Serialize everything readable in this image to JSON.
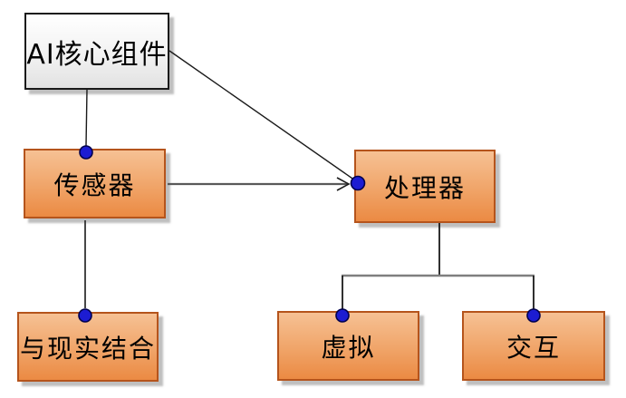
{
  "diagram": {
    "title": "AI core components diagram",
    "nodes": [
      {
        "id": "ai-core",
        "label": "AI核心组件",
        "shape_style": "plain-gradient-box"
      },
      {
        "id": "sensor",
        "label": "传感器",
        "shape_style": "orange-gradient-box"
      },
      {
        "id": "processor",
        "label": "处理器",
        "shape_style": "orange-gradient-box"
      },
      {
        "id": "reality",
        "label": "与现实结合",
        "shape_style": "orange-gradient-box"
      },
      {
        "id": "virtual",
        "label": "虚拟",
        "shape_style": "orange-gradient-box"
      },
      {
        "id": "interact",
        "label": "交互",
        "shape_style": "orange-gradient-box"
      }
    ],
    "edges": [
      {
        "from": "ai-core",
        "to": "sensor",
        "type": "straight",
        "arrowhead": false,
        "junction_dot": "sensor-top"
      },
      {
        "from": "ai-core",
        "to": "processor",
        "type": "straight-diagonal",
        "arrowhead": false,
        "junction_dot": "processor-left"
      },
      {
        "from": "sensor",
        "to": "processor",
        "type": "straight",
        "arrowhead": true,
        "junction_dot": "processor-left"
      },
      {
        "from": "sensor",
        "to": "reality",
        "type": "straight",
        "arrowhead": false,
        "junction_dot": "reality-top"
      },
      {
        "from": "processor",
        "to": "virtual",
        "type": "elbow",
        "arrowhead": false,
        "junction_dot": "virtual-top"
      },
      {
        "from": "processor",
        "to": "interact",
        "type": "elbow",
        "arrowhead": false,
        "junction_dot": "interact-top"
      }
    ],
    "colors": {
      "background": "#ffffff",
      "orange_box_top": "#f6c194",
      "orange_box_bottom": "#eb8a43",
      "orange_box_border": "#b5541c",
      "plain_box_top": "#ffffff",
      "plain_box_bottom": "#e2e2e2",
      "plain_box_border": "#1a1a1a",
      "junction_dot_fill": "#1c1cd2",
      "junction_dot_border": "#00004d",
      "line_black": "#1a1a1a",
      "line_gray": "#7f7f7f",
      "shadow_gray": "#808080",
      "text": "#000000"
    }
  }
}
